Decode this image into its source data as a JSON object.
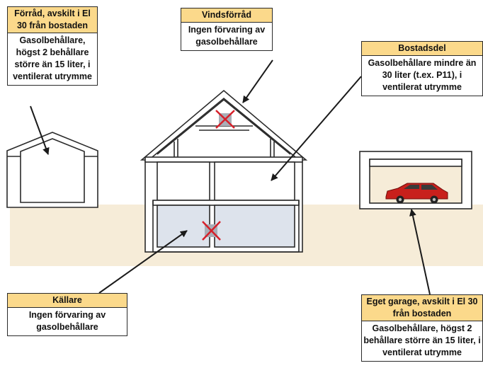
{
  "colors": {
    "ground": "#f6ecd8",
    "label_header": "#fbd98b",
    "basement_fill": "#dde3ec",
    "wall_fill": "#ffffff",
    "outline": "#2a2a2a",
    "car_body": "#c8201c",
    "forbidden_mark": "#d6202a"
  },
  "labels": {
    "storage": {
      "title": "Förråd, avskilt i El 30 från bostaden",
      "text": "Gasolbehållare, högst 2 behållare större än 15 liter, i ventilerat utrymme"
    },
    "attic": {
      "title": "Vindsförråd",
      "text": "Ingen förvaring av gasolbehållare"
    },
    "living": {
      "title": "Bostadsdel",
      "text": "Gasolbehållare mindre än 30 liter (t.ex. P11), i ventilerat utrymme"
    },
    "basement": {
      "title": "Källare",
      "text": "Ingen förvaring av gasolbehållare"
    },
    "garage": {
      "title": "Eget garage, avskilt i El 30 från bostaden",
      "text": "Gasolbehållare, högst 2 behållare större än 15 liter, i ventilerat utrymme"
    }
  }
}
